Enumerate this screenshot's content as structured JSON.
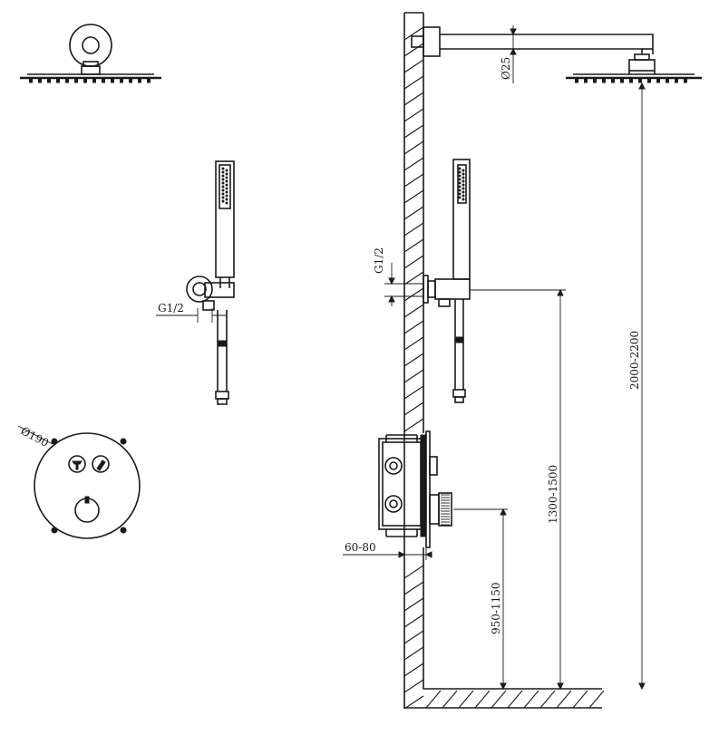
{
  "labels": {
    "diameter_190": "Ø190",
    "diameter_25": "Ø25",
    "thread_left": "G1/2",
    "thread_right": "G1/2",
    "dim_60_80": "60-80",
    "dim_950_1150": "950-1150",
    "dim_1300_1500": "1300-1500",
    "dim_2000_2200": "2000-2200"
  },
  "icons": {
    "shower_head_button": "shower-head-icon",
    "hand_shower_button": "hand-shower-icon",
    "thermostat_knob": "knob-icon"
  },
  "colors": {
    "line": "#1a1a1a",
    "background": "#ffffff"
  }
}
